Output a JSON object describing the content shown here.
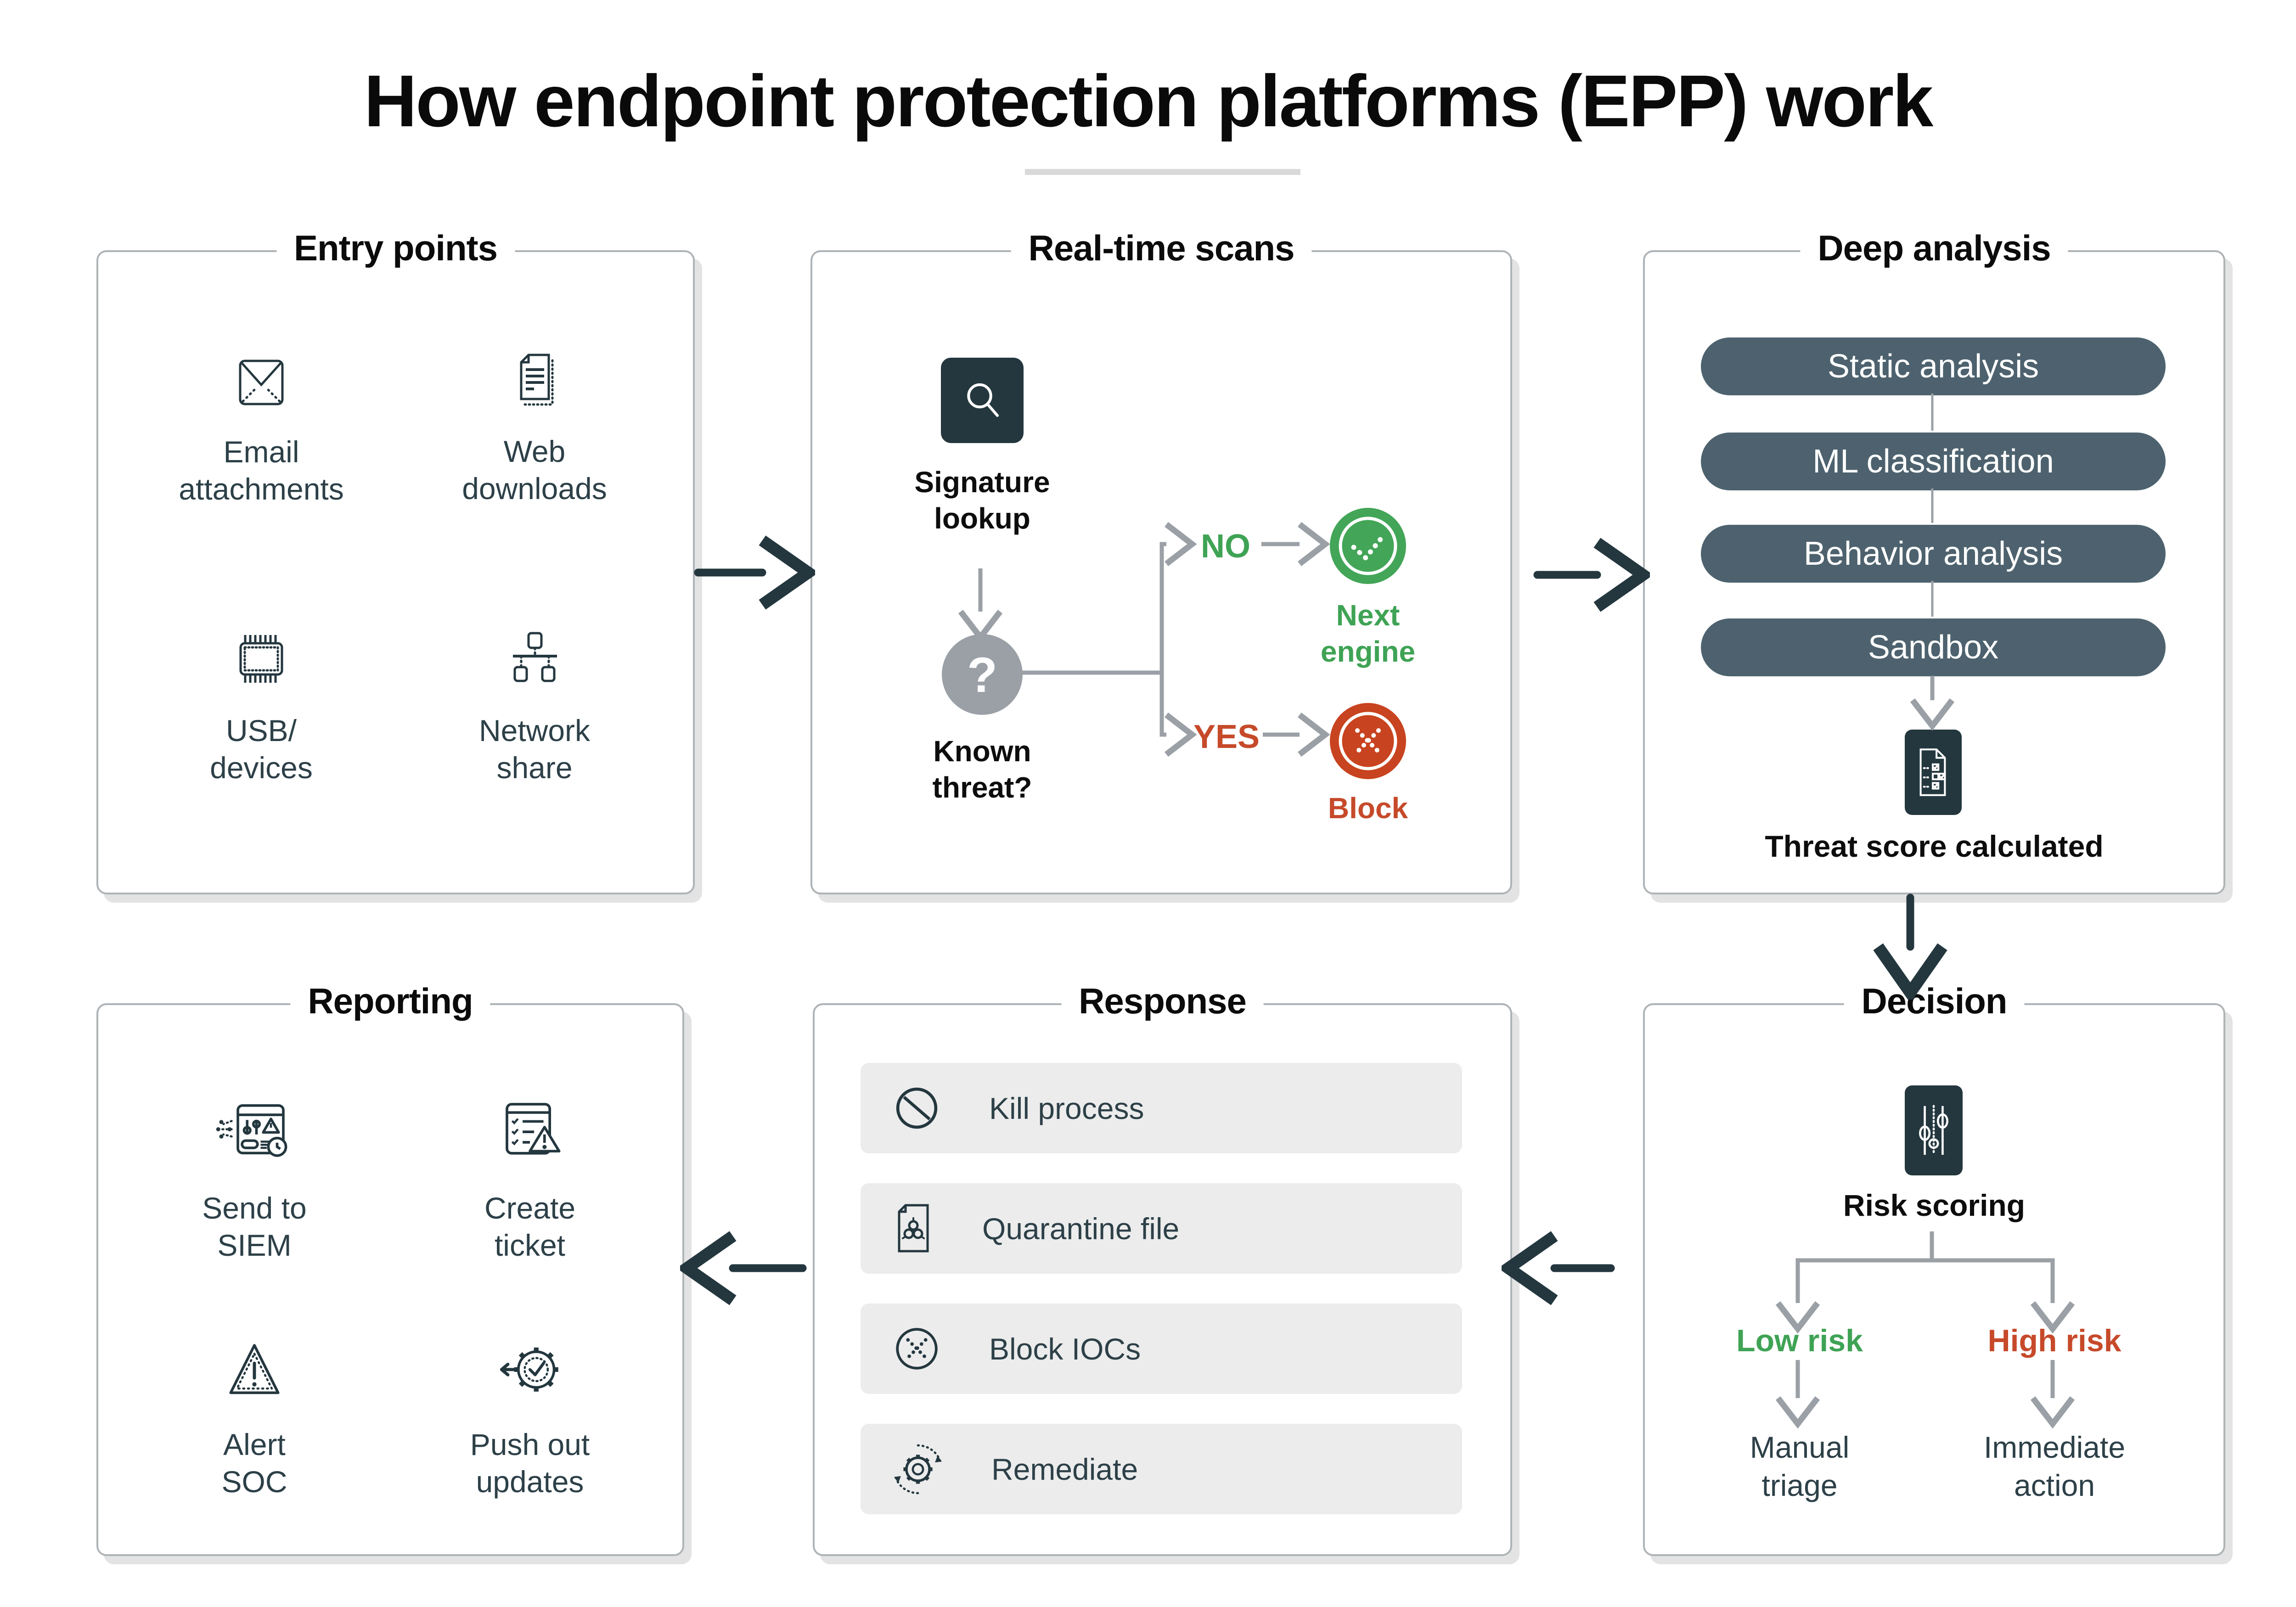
{
  "title": "How endpoint protection platforms (EPP) work",
  "colors": {
    "dark_slate": "#24373f",
    "slate_text": "#2d4048",
    "pill_fill": "#4d626e",
    "flow_gray": "#9aa0a6",
    "green_fill": "#43a557",
    "green_text": "#3fa355",
    "red_fill": "#c8431f",
    "red_text": "#c64a2a",
    "row_bg": "#ececec",
    "panel_border": "#aeb3b6"
  },
  "panels": {
    "entry": {
      "title": "Entry points",
      "items": [
        {
          "icon": "email-icon",
          "label": "Email\nattachments"
        },
        {
          "icon": "web-download-icon",
          "label": "Web\ndownloads"
        },
        {
          "icon": "usb-chip-icon",
          "label": "USB/\ndevices"
        },
        {
          "icon": "network-share-icon",
          "label": "Network\nshare"
        }
      ]
    },
    "scans": {
      "title": "Real-time scans",
      "signature_label": "Signature\nlookup",
      "question_mark": "?",
      "known_threat_label": "Known\nthreat?",
      "no_label": "NO",
      "yes_label": "YES",
      "next_engine_label": "Next\nengine",
      "block_label": "Block"
    },
    "deep": {
      "title": "Deep analysis",
      "pills": [
        "Static analysis",
        "ML classification",
        "Behavior analysis",
        "Sandbox"
      ],
      "result_label": "Threat score calculated"
    },
    "reporting": {
      "title": "Reporting",
      "items": [
        {
          "icon": "siem-icon",
          "label": "Send to\nSIEM"
        },
        {
          "icon": "ticket-icon",
          "label": "Create\nticket"
        },
        {
          "icon": "alert-triangle-icon",
          "label": "Alert\nSOC"
        },
        {
          "icon": "push-updates-icon",
          "label": "Push out\nupdates"
        }
      ]
    },
    "response": {
      "title": "Response",
      "items": [
        {
          "icon": "kill-process-icon",
          "label": "Kill process"
        },
        {
          "icon": "quarantine-file-icon",
          "label": "Quarantine file"
        },
        {
          "icon": "block-iocs-icon",
          "label": "Block IOCs"
        },
        {
          "icon": "remediate-icon",
          "label": "Remediate"
        }
      ]
    },
    "decision": {
      "title": "Decision",
      "risk_scoring_label": "Risk scoring",
      "low_label": "Low risk",
      "high_label": "High risk",
      "low_action": "Manual\ntriage",
      "high_action": "Immediate\naction"
    }
  }
}
